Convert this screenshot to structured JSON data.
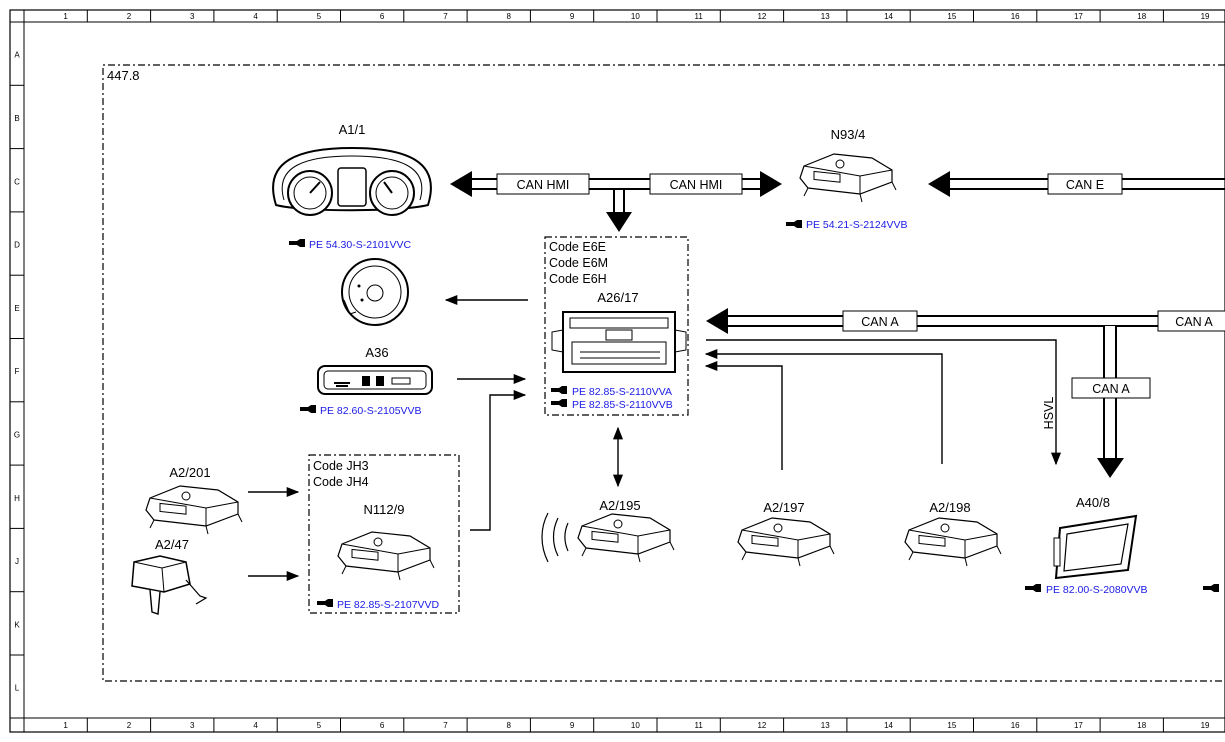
{
  "page": {
    "circuit_number": "447.8"
  },
  "grid": {
    "columns": [
      "1",
      "2",
      "3",
      "4",
      "5",
      "6",
      "7",
      "8",
      "9",
      "10",
      "11",
      "12",
      "13",
      "14",
      "15",
      "16",
      "17",
      "18",
      "19"
    ],
    "rows": [
      "A",
      "B",
      "C",
      "D",
      "E",
      "F",
      "G",
      "H",
      "J",
      "K",
      "L"
    ]
  },
  "components": {
    "a1_1": {
      "label": "A1/1",
      "ref": "PE 54.30-S-2101VVC"
    },
    "n93_4": {
      "label": "N93/4",
      "ref": "PE 54.21-S-2124VVB"
    },
    "a36": {
      "label": "A36",
      "ref": "PE 82.60-S-2105VVB"
    },
    "a26_17": {
      "label": "A26/17",
      "codes": [
        "Code E6E",
        "Code E6M",
        "Code E6H"
      ],
      "refs": [
        "PE 82.85-S-2110VVA",
        "PE 82.85-S-2110VVB"
      ]
    },
    "n112_9": {
      "label": "N112/9",
      "codes": [
        "Code JH3",
        "Code JH4"
      ],
      "ref": "PE 82.85-S-2107VVD"
    },
    "a2_201": {
      "label": "A2/201"
    },
    "a2_47": {
      "label": "A2/47"
    },
    "a2_195": {
      "label": "A2/195"
    },
    "a2_197": {
      "label": "A2/197"
    },
    "a2_198": {
      "label": "A2/198"
    },
    "a40_8": {
      "label": "A40/8",
      "ref": "PE 82.00-S-2080VVB"
    }
  },
  "buses": {
    "can_hmi_left": "CAN HMI",
    "can_hmi_right": "CAN HMI",
    "can_e": "CAN E",
    "can_a_mid": "CAN A",
    "can_a_right": "CAN A",
    "can_a_vertical": "CAN A",
    "hsvl": "HSVL"
  },
  "colors": {
    "ref_link": "#1a1ae6",
    "line": "#000000"
  }
}
